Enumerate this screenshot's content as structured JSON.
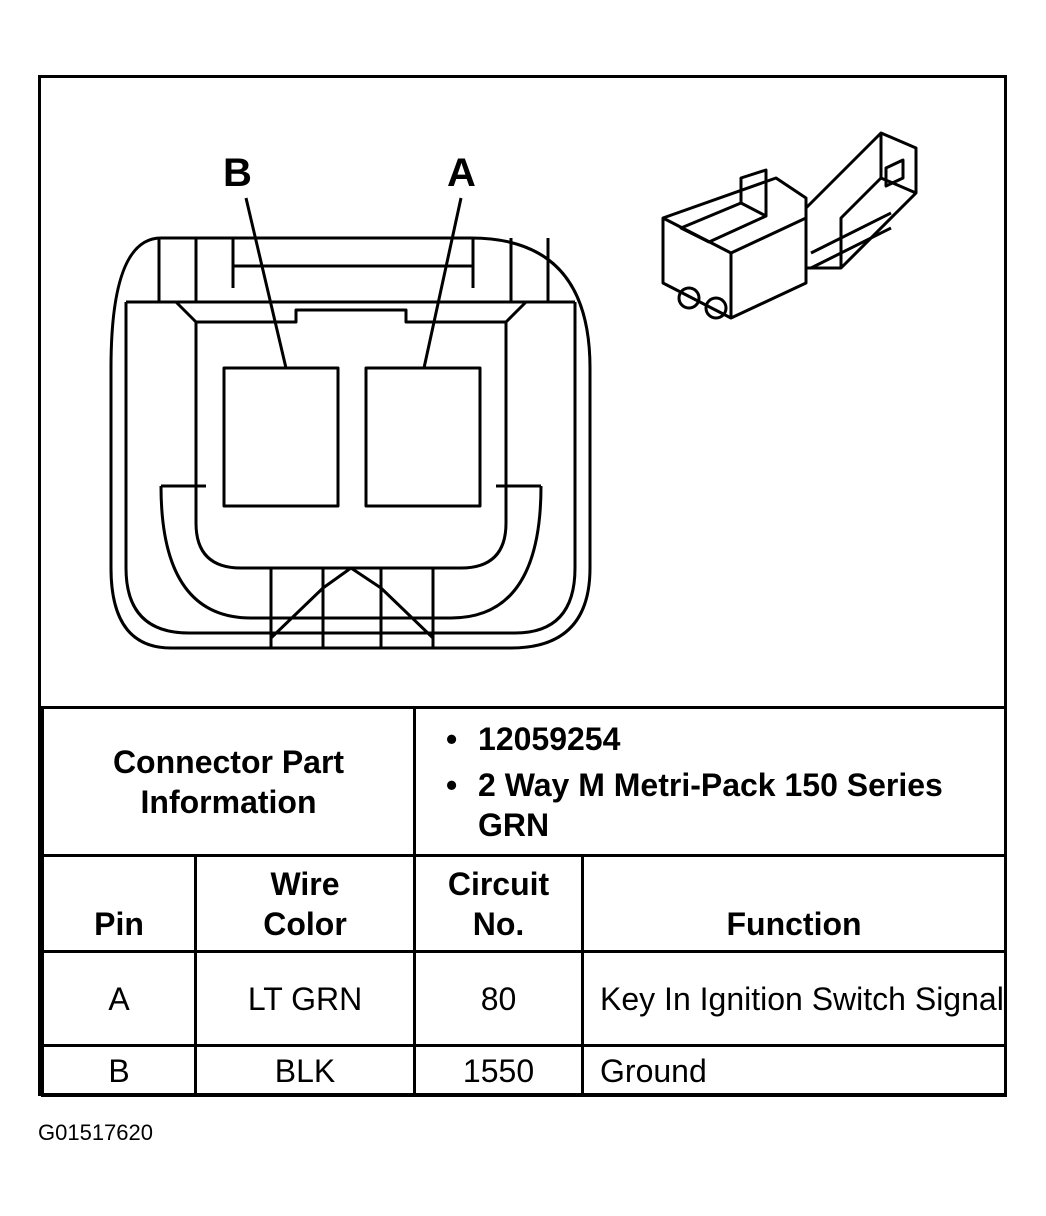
{
  "diagram": {
    "pin_labels": [
      "B",
      "A"
    ],
    "connector_face": "connector-face-view",
    "connector_3d": "connector-3d-view"
  },
  "part_info": {
    "heading": "Connector Part Information",
    "items": [
      "12059254",
      "2 Way M Metri-Pack 150 Series GRN"
    ]
  },
  "pin_table": {
    "headers": [
      "Pin",
      "Wire Color",
      "Circuit No.",
      "Function"
    ],
    "rows": [
      [
        "A",
        "LT GRN",
        "80",
        "Key In Ignition Switch Signal"
      ],
      [
        "B",
        "BLK",
        "1550",
        "Ground"
      ]
    ]
  },
  "footer": {
    "code": "G01517620"
  },
  "colors": {
    "ink": "#000000",
    "paper": "#ffffff"
  }
}
